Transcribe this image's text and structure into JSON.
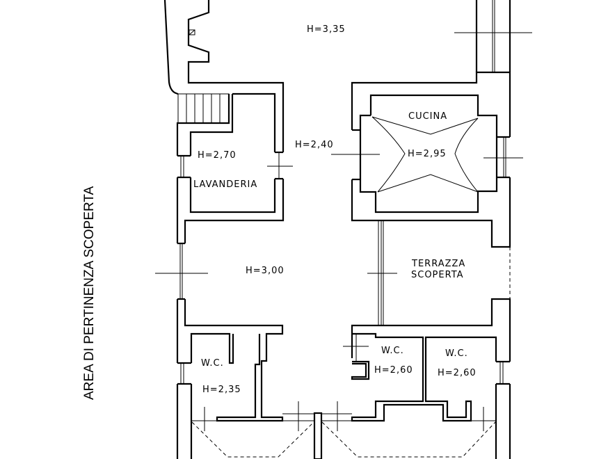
{
  "side_label": "AREA DI PERTINENZA SCOPERTA",
  "rooms": {
    "main_hall_height": "H=3,35",
    "corridor_height": "H=2,40",
    "lavanderia_name": "LAVANDERIA",
    "lavanderia_height": "H=2,70",
    "cucina_name": "CUCINA",
    "cucina_height": "H=2,95",
    "living_height": "H=3,00",
    "terrazza_line1": "TERRAZZA",
    "terrazza_line2": "SCOPERTA",
    "wc1_name": "W.C.",
    "wc1_height": "H=2,35",
    "wc2_name": "W.C.",
    "wc2_height": "H=2,60",
    "wc3_name": "W.C.",
    "wc3_height": "H=2,60"
  }
}
